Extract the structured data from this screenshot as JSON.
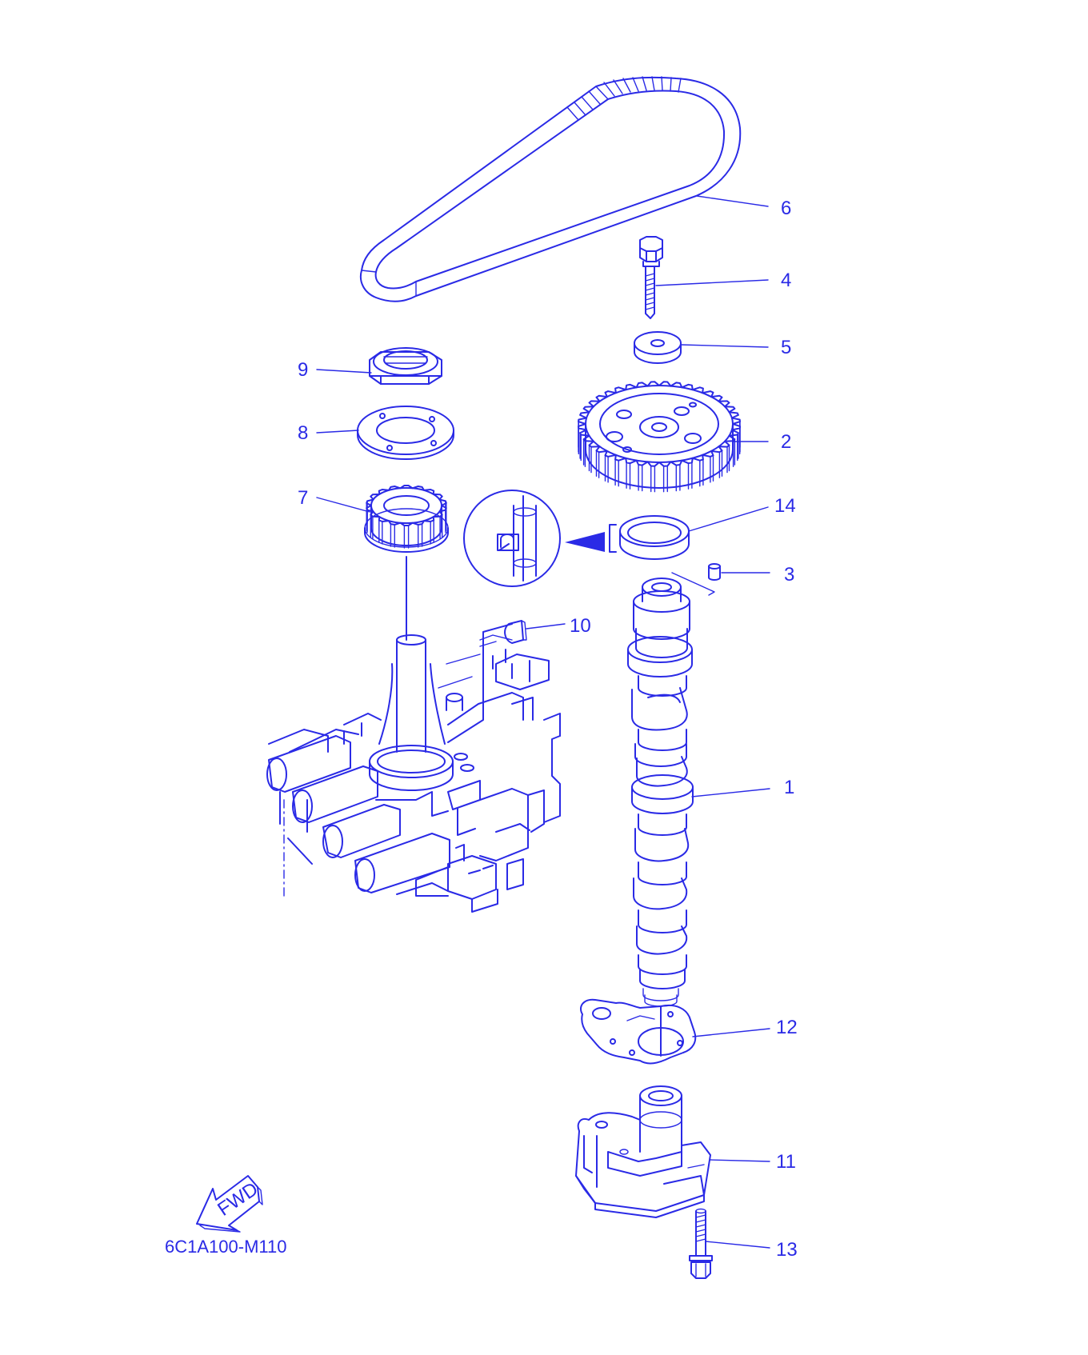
{
  "diagram_code": "6C1A100-M110",
  "fwd_label": "FWD",
  "part_numbers": [
    "1",
    "2",
    "3",
    "4",
    "5",
    "6",
    "7",
    "8",
    "9",
    "10",
    "11",
    "12",
    "13",
    "14"
  ],
  "colors": {
    "line": "#2a2ae6",
    "background": "#ffffff"
  },
  "icons": [
    "fwd-arrow-icon",
    "detail-callout-icon"
  ]
}
